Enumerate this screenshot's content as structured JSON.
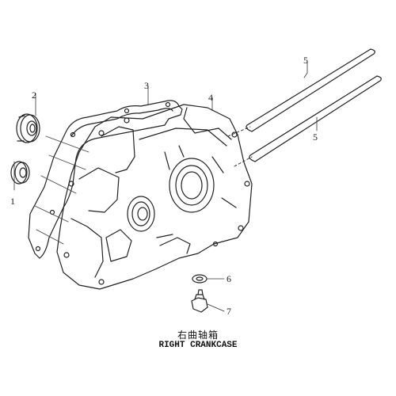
{
  "diagram": {
    "callouts": [
      "1",
      "2",
      "3",
      "4",
      "5",
      "5",
      "6",
      "7"
    ],
    "caption_cn": "右曲轴箱",
    "caption_en": "RIGHT CRANKCASE"
  },
  "parts": [
    {
      "ref": "1",
      "icon": "small-bearing-icon"
    },
    {
      "ref": "2",
      "icon": "ball-bearing-icon"
    },
    {
      "ref": "3",
      "icon": "gasket-icon"
    },
    {
      "ref": "4",
      "icon": "crankcase-icon"
    },
    {
      "ref": "5",
      "icon": "stud-bolt-icon"
    },
    {
      "ref": "6",
      "icon": "washer-icon"
    },
    {
      "ref": "7",
      "icon": "drain-bolt-icon"
    }
  ]
}
